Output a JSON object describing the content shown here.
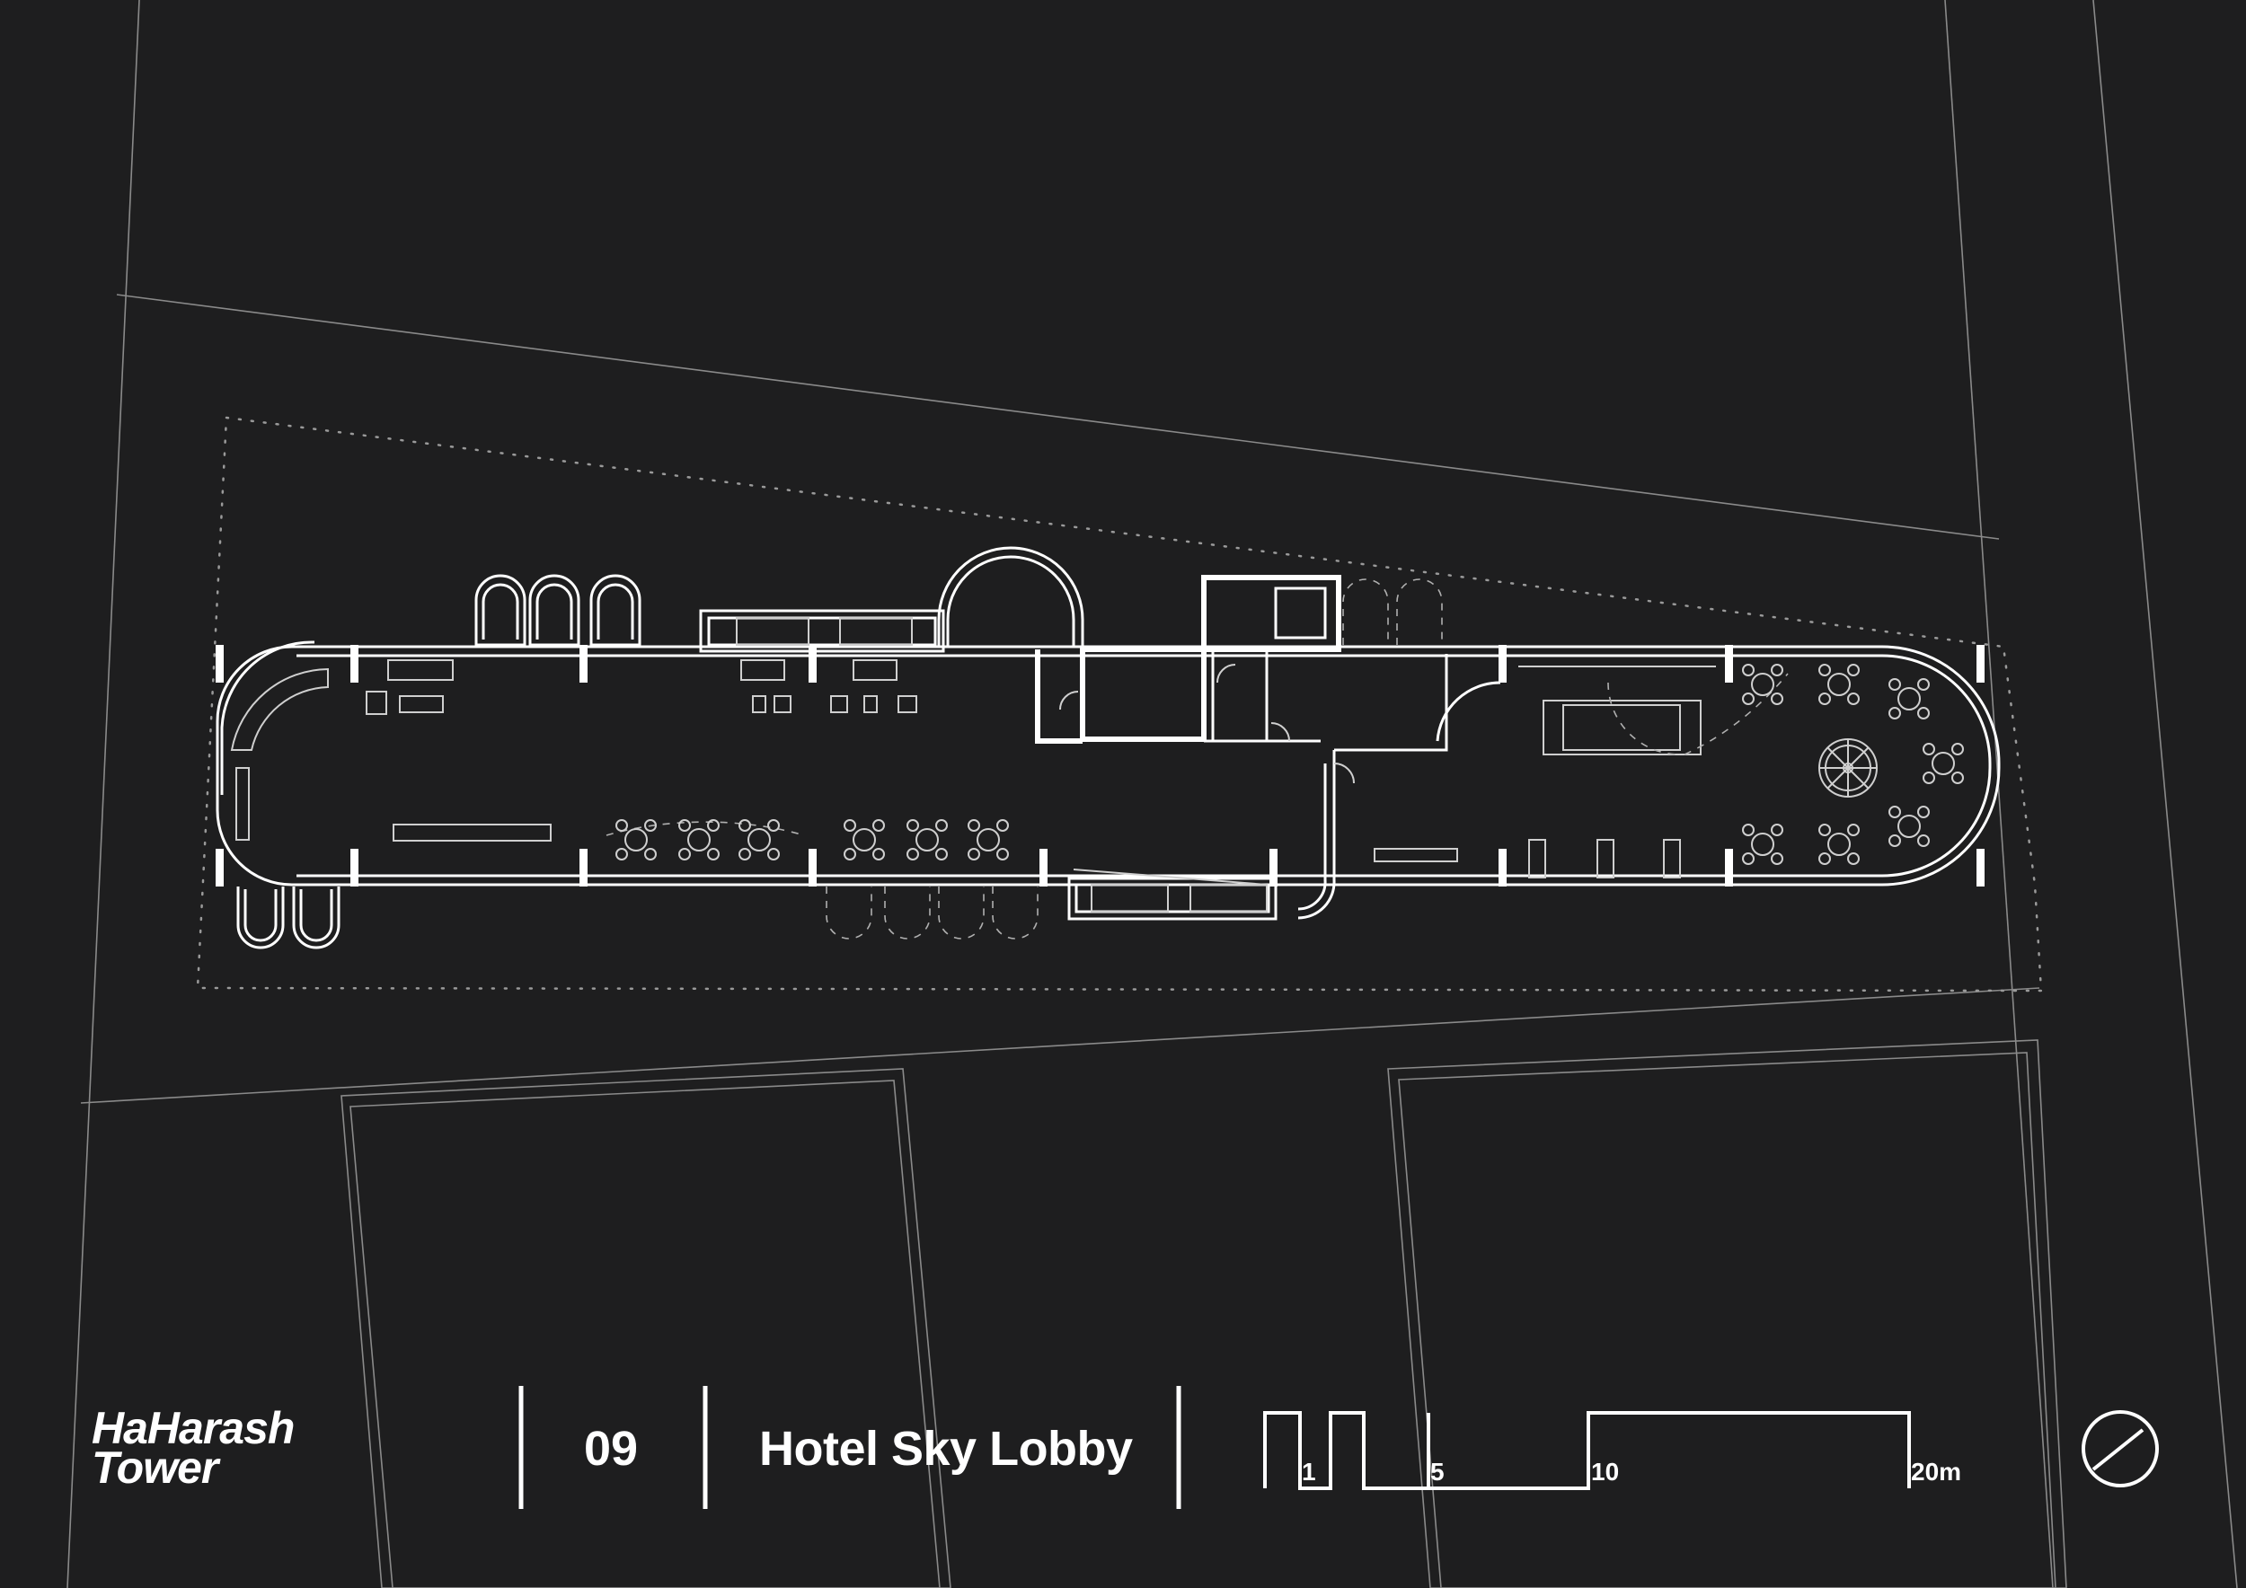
{
  "title_block": {
    "brand": "HaHarash Tower",
    "sheet_number": "09",
    "sheet_title": "Hotel Sky Lobby"
  },
  "scale_bar": {
    "labels": [
      "1",
      "5",
      "10",
      "20m"
    ]
  },
  "north_arrow": {
    "icon": "north-arrow-icon"
  },
  "colors": {
    "background": "#1e1e1f",
    "linework": "#ffffff"
  }
}
